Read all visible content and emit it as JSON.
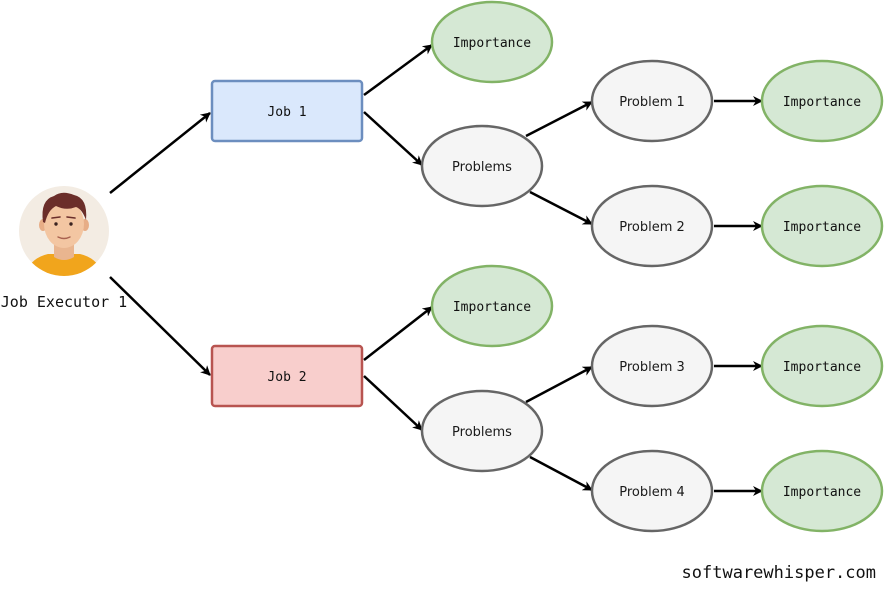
{
  "actor": {
    "label": "Job Executor 1",
    "icon": "person-avatar-icon"
  },
  "jobs": [
    {
      "label": "Job 1",
      "fill": "#dae8fc",
      "stroke": "#6c8ebf",
      "importance_label": "Importance",
      "problems_label": "Problems",
      "problems": [
        {
          "label": "Problem 1",
          "importance_label": "Importance"
        },
        {
          "label": "Problem 2",
          "importance_label": "Importance"
        }
      ]
    },
    {
      "label": "Job 2",
      "fill": "#f8cecc",
      "stroke": "#b85450",
      "importance_label": "Importance",
      "problems_label": "Problems",
      "problems": [
        {
          "label": "Problem 3",
          "importance_label": "Importance"
        },
        {
          "label": "Problem 4",
          "importance_label": "Importance"
        }
      ]
    }
  ],
  "colors": {
    "importance_fill": "#d5e8d4",
    "importance_stroke": "#82b366",
    "problem_fill": "#f5f5f5",
    "problem_stroke": "#666666",
    "edge": "#000000"
  },
  "footer": {
    "watermark": "softwarewhisper.com"
  }
}
